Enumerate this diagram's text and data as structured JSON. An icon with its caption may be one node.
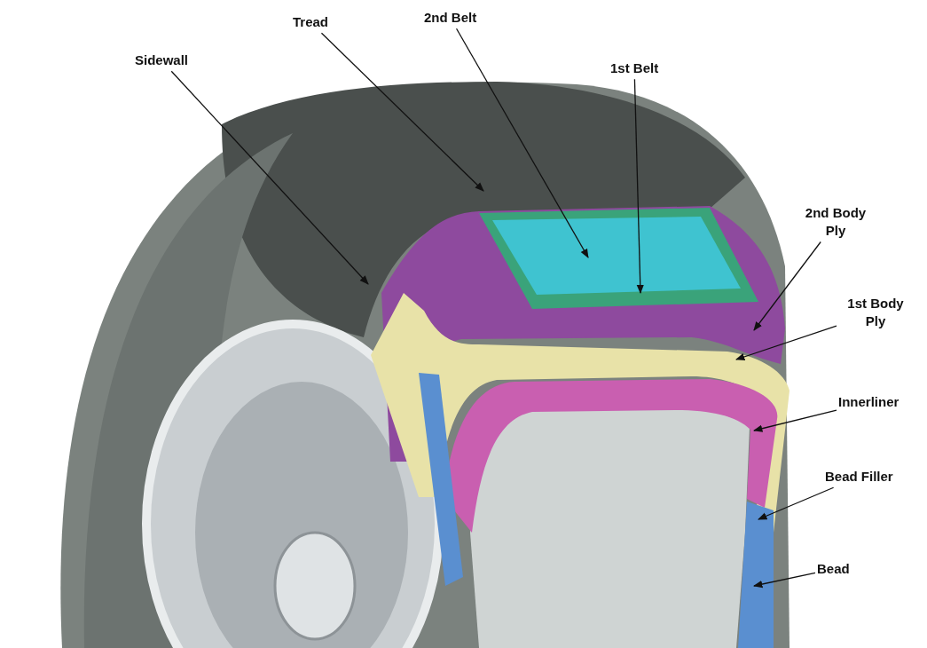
{
  "diagram": {
    "nodes": [
      {
        "text": [
          "Tread"
        ]
      },
      {
        "text": [
          "2nd Belt"
        ]
      },
      {
        "text": [
          "Sidewall"
        ]
      },
      {
        "text": [
          "1st Belt"
        ]
      },
      {
        "text": [
          "2nd Body Ply"
        ]
      },
      {
        "text": [
          "1st Body Ply"
        ]
      },
      {
        "text": [
          "Innerliner"
        ]
      },
      {
        "text": [
          "Bead Filler"
        ]
      },
      {
        "text": [
          "Bead"
        ]
      }
    ],
    "edges": [
      {
        "from": 0,
        "to": null,
        "arrow": "to"
      },
      {
        "from": 1,
        "to": null,
        "arrow": "to"
      },
      {
        "from": 2,
        "to": null,
        "arrow": "to"
      },
      {
        "from": 3,
        "to": null,
        "arrow": "to"
      },
      {
        "from": 4,
        "to": null,
        "arrow": "to"
      },
      {
        "from": 5,
        "to": null,
        "arrow": "to"
      },
      {
        "from": 6,
        "to": null,
        "arrow": "to"
      },
      {
        "from": 7,
        "to": null,
        "arrow": "to"
      },
      {
        "from": 8,
        "to": null,
        "arrow": "to"
      }
    ]
  }
}
